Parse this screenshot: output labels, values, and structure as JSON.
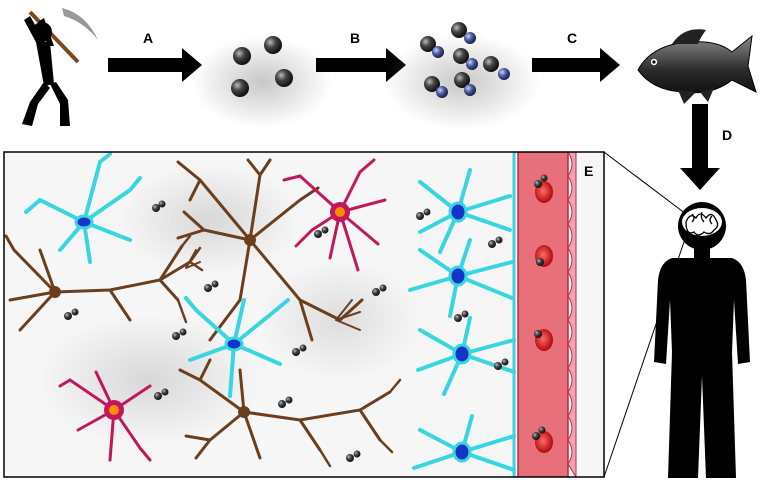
{
  "steps": [
    {
      "label": "A",
      "icon": "pickaxe-miner-icon"
    },
    {
      "label": "B",
      "icon": "mercury-atoms-icon"
    },
    {
      "label": "C",
      "icon": "methylmercury-molecules-icon"
    },
    {
      "label": "D",
      "icon": "fish-icon"
    }
  ],
  "panel": {
    "label": "E",
    "icon": "brain-tissue-panel"
  },
  "colors": {
    "astrocyte": "#38d6e0",
    "astrocyte_nucleus": "#1433c8",
    "neuron": "#6b3f1d",
    "microglia": "#c2185b",
    "microglia_nucleus": "#ff8c00",
    "vessel": "#e8707a",
    "red_cell": "#d91d1d",
    "silhouette": "#000000"
  }
}
